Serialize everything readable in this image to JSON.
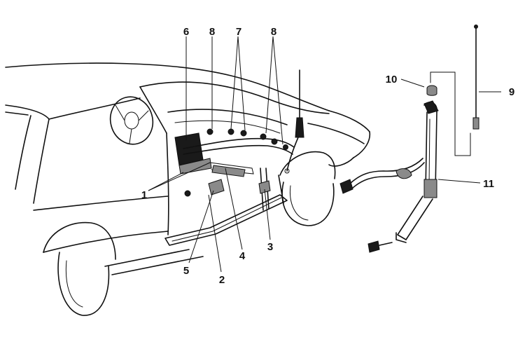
{
  "callouts": {
    "c1": "1",
    "c2": "2",
    "c3": "3",
    "c4": "4",
    "c5": "5",
    "c6": "6",
    "c7": "7",
    "c8a": "8",
    "c8b": "8",
    "c9": "9",
    "c10": "10",
    "c11": "11"
  }
}
